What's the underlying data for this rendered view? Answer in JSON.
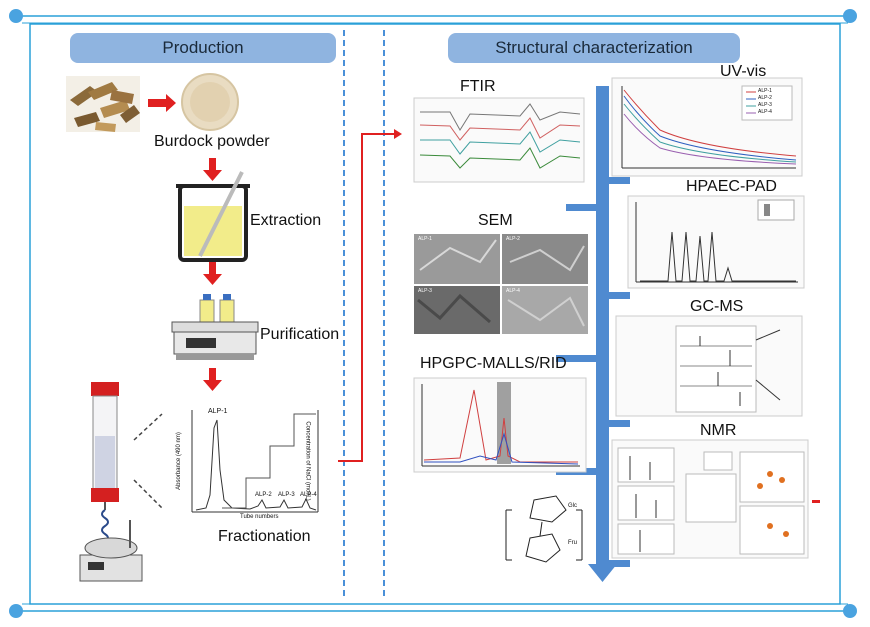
{
  "headers": {
    "production": "Production",
    "structural": "Structural characterization"
  },
  "steps": {
    "burdock_powder": "Burdock powder",
    "extraction": "Extraction",
    "purification": "Purification",
    "fractionation": "Fractionation"
  },
  "fractionation_plot": {
    "peaks": [
      "ALP-1",
      "ALP-2",
      "ALP-3",
      "ALP-4"
    ],
    "xlabel": "Tube numbers",
    "ylabel": "Absorbance (490 nm)",
    "ylabel_right": "Concentration of NaCl (mol/L)"
  },
  "methods": {
    "ftir": "FTIR",
    "uvvis": "UV-vis",
    "hpaec": "HPAEC-PAD",
    "sem": "SEM",
    "gcms": "GC-MS",
    "hpgpc": "HPGPC-MALLS/RID",
    "nmr": "NMR"
  },
  "uv_legend": [
    "ALP-1",
    "ALP-2",
    "ALP-3",
    "ALP-4"
  ],
  "sem_tiles": [
    "ALP-1",
    "ALP-2",
    "ALP-3",
    "ALP-4"
  ],
  "structure_labels": {
    "glc": "Glc",
    "fru": "Fru"
  },
  "colors": {
    "header_bg": "#8fb4e0",
    "arrow_red": "#e02020",
    "trunk_blue": "#4f8ad0",
    "border_blue": "#2aa0d8",
    "dot_blue": "#4aa3e0"
  }
}
